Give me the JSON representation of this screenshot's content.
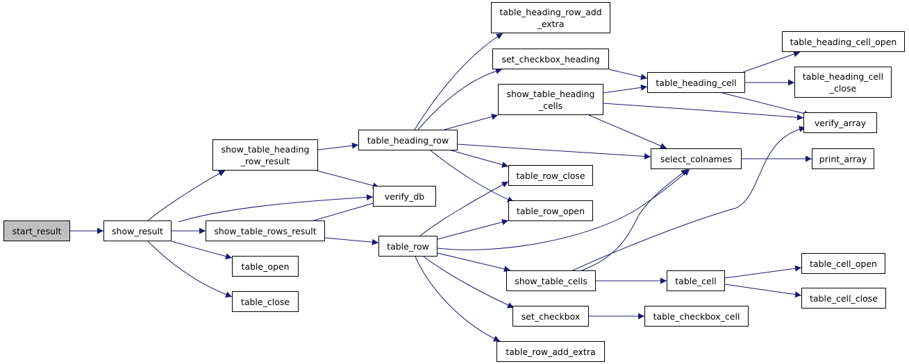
{
  "diagram": {
    "colors": {
      "edge": "#191970",
      "node_border": "#000000",
      "node_fill": "#ffffff",
      "root_fill": "#bfbfbf"
    },
    "nodes": [
      {
        "id": "start_result",
        "label": "start_result",
        "root": true
      },
      {
        "id": "show_result",
        "label": "show_result"
      },
      {
        "id": "show_table_heading_row_result",
        "label": "show_table_heading\n_row_result"
      },
      {
        "id": "show_table_rows_result",
        "label": "show_table_rows_result"
      },
      {
        "id": "verify_db",
        "label": "verify_db"
      },
      {
        "id": "table_open",
        "label": "table_open"
      },
      {
        "id": "table_close",
        "label": "table_close"
      },
      {
        "id": "table_heading_row",
        "label": "table_heading_row"
      },
      {
        "id": "table_row",
        "label": "table_row"
      },
      {
        "id": "table_heading_row_add_extra",
        "label": "table_heading_row_add\n_extra"
      },
      {
        "id": "set_checkbox_heading",
        "label": "set_checkbox_heading"
      },
      {
        "id": "show_table_heading_cells",
        "label": "show_table_heading\n_cells"
      },
      {
        "id": "table_row_close",
        "label": "table_row_close"
      },
      {
        "id": "table_row_open",
        "label": "table_row_open"
      },
      {
        "id": "show_table_cells",
        "label": "show_table_cells"
      },
      {
        "id": "set_checkbox",
        "label": "set_checkbox"
      },
      {
        "id": "table_row_add_extra",
        "label": "table_row_add_extra"
      },
      {
        "id": "table_heading_cell",
        "label": "table_heading_cell"
      },
      {
        "id": "select_colnames",
        "label": "select_colnames"
      },
      {
        "id": "table_cell",
        "label": "table_cell"
      },
      {
        "id": "table_checkbox_cell",
        "label": "table_checkbox_cell"
      },
      {
        "id": "table_heading_cell_open",
        "label": "table_heading_cell_open"
      },
      {
        "id": "table_heading_cell_close",
        "label": "table_heading_cell\n_close"
      },
      {
        "id": "verify_array",
        "label": "verify_array"
      },
      {
        "id": "print_array",
        "label": "print_array"
      },
      {
        "id": "table_cell_open",
        "label": "table_cell_open"
      },
      {
        "id": "table_cell_close",
        "label": "table_cell_close"
      }
    ],
    "edges": [
      {
        "from": "start_result",
        "to": "show_result"
      },
      {
        "from": "show_result",
        "to": "show_table_heading_row_result"
      },
      {
        "from": "show_result",
        "to": "verify_db"
      },
      {
        "from": "show_result",
        "to": "show_table_rows_result"
      },
      {
        "from": "show_result",
        "to": "table_open"
      },
      {
        "from": "show_result",
        "to": "table_close"
      },
      {
        "from": "show_table_heading_row_result",
        "to": "table_heading_row"
      },
      {
        "from": "show_table_heading_row_result",
        "to": "verify_db"
      },
      {
        "from": "show_table_rows_result",
        "to": "verify_db"
      },
      {
        "from": "show_table_rows_result",
        "to": "table_row"
      },
      {
        "from": "table_heading_row",
        "to": "table_heading_row_add_extra"
      },
      {
        "from": "table_heading_row",
        "to": "set_checkbox_heading"
      },
      {
        "from": "table_heading_row",
        "to": "show_table_heading_cells"
      },
      {
        "from": "table_heading_row",
        "to": "select_colnames"
      },
      {
        "from": "table_heading_row",
        "to": "table_row_close"
      },
      {
        "from": "table_heading_row",
        "to": "table_row_open"
      },
      {
        "from": "set_checkbox_heading",
        "to": "table_heading_cell"
      },
      {
        "from": "show_table_heading_cells",
        "to": "table_heading_cell"
      },
      {
        "from": "show_table_heading_cells",
        "to": "verify_array"
      },
      {
        "from": "show_table_heading_cells",
        "to": "select_colnames"
      },
      {
        "from": "table_heading_cell",
        "to": "table_heading_cell_open"
      },
      {
        "from": "table_heading_cell",
        "to": "table_heading_cell_close"
      },
      {
        "from": "table_heading_cell",
        "to": "verify_array"
      },
      {
        "from": "select_colnames",
        "to": "print_array"
      },
      {
        "from": "table_row",
        "to": "table_row_close"
      },
      {
        "from": "table_row",
        "to": "table_row_open"
      },
      {
        "from": "table_row",
        "to": "select_colnames"
      },
      {
        "from": "table_row",
        "to": "show_table_cells"
      },
      {
        "from": "table_row",
        "to": "set_checkbox"
      },
      {
        "from": "table_row",
        "to": "table_row_add_extra"
      },
      {
        "from": "show_table_cells",
        "to": "select_colnames"
      },
      {
        "from": "show_table_cells",
        "to": "verify_array"
      },
      {
        "from": "show_table_cells",
        "to": "table_cell"
      },
      {
        "from": "set_checkbox",
        "to": "table_checkbox_cell"
      },
      {
        "from": "table_cell",
        "to": "table_cell_open"
      },
      {
        "from": "table_cell",
        "to": "table_cell_close"
      }
    ]
  }
}
